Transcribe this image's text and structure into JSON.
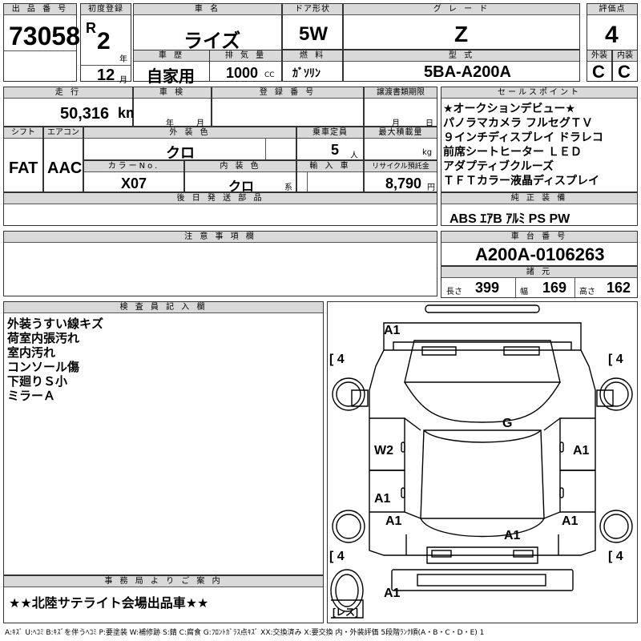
{
  "header": {
    "lot_label": "出 品 番 号",
    "lot_no": "73058",
    "first_reg_label": "初度登録",
    "era": "R",
    "reg_year": "2",
    "year_unit": "年",
    "reg_month": "12",
    "month_unit": "月",
    "car_name_label": "車 名",
    "car_name": "ライズ",
    "history_label": "車 歴",
    "history": "自家用",
    "displacement_label": "排 気 量",
    "displacement": "1000",
    "cc_unit": "CC",
    "door_label": "ドア形状",
    "door": "5W",
    "fuel_label": "燃 料",
    "fuel": "ｶﾞｿﾘﾝ",
    "grade_label": "グ レ ー ド",
    "grade": "Z",
    "model_label": "型 式",
    "model": "5BA-A200A",
    "score_label": "評価点",
    "score": "4",
    "ext_label": "外装",
    "ext": "C",
    "int_label": "内装",
    "int": "C"
  },
  "row2": {
    "mileage_label": "走 行",
    "mileage": "50,316",
    "km_unit": "km",
    "inspection_label": "車 検",
    "year_unit": "年",
    "month_unit": "月",
    "regno_label": "登 録 番 号",
    "transfer_label": "譲渡書類期限",
    "t_month": "月",
    "t_day": "日",
    "shift_label": "シフト",
    "shift": "FAT",
    "ac_label": "エアコン",
    "ac": "AAC",
    "color_label": "外 装 色",
    "color": "クロ",
    "capacity_label": "乗車定員",
    "capacity": "5",
    "person_unit": "人",
    "load_label": "最大積載量",
    "kg_unit": "kg",
    "colorno_label": "カラーNo.",
    "colorno": "X07",
    "intcolor_label": "内 装 色",
    "intcolor": "クロ",
    "kei": "系",
    "import_label": "輸 入 車",
    "recycle_label": "リサイクル預託金",
    "recycle": "8,790",
    "yen": "円",
    "later_label": "後 日 発 送 部 品"
  },
  "sales": {
    "label": "セールスポイント",
    "lines": [
      "★オークションデビュー★",
      "パノラマカメラ フルセグＴＶ",
      "９インチディスプレイ ドラレコ",
      "前席シートヒーター ＬＥＤ",
      "アダプティブクルーズ",
      "ＴＦＴカラー液晶ディスプレイ"
    ]
  },
  "equipment": {
    "label": "純 正 装 備",
    "value": "ABS ｴｱB ｱﾙﾐ PS PW"
  },
  "notes": {
    "label": "注 意 事 項 欄"
  },
  "chassis": {
    "label": "車 台 番 号",
    "value": "A200A-0106263"
  },
  "specs": {
    "label": "諸 元",
    "length_label": "長さ",
    "length": "399",
    "width_label": "幅",
    "width": "169",
    "height_label": "高さ",
    "height": "162"
  },
  "inspector": {
    "label": "検 査 員 記 入 欄",
    "lines": [
      "外装うすい線キズ",
      "荷室内張汚れ",
      "室内汚れ",
      "コンソール傷",
      "下廻りＳ小",
      "ミラーＡ"
    ]
  },
  "diagram": {
    "marks": {
      "front": "A1",
      "windshield": "G",
      "left_front_door": "W2",
      "right_front_door": "A1",
      "left_rear_door": "A1",
      "left_rear_fender": "A1",
      "right_rear_fender": "A1",
      "roof_rear": "A1",
      "rear_bumper": "A1"
    },
    "tire_fl": "4",
    "tire_fr": "4",
    "tire_rl": "4",
    "tire_rr": "4",
    "spare": "レス"
  },
  "office": {
    "label": "事 務 局 よ り ご 案 内",
    "message": "★★北陸サテライト会場出品車★★"
  },
  "legend": "A:ｷｽﾞ U:ﾍｺﾐ B:ｷｽﾞを伴うﾍｺﾐ P:要塗装 W:補修跡 S:錆 C:腐食 G:ﾌﾛﾝﾄｶﾞﾗｽ点ｷｽﾞ XX:交換済み X:要交換 内・外装評価 5段階ﾗﾝｸ順(A・B・C・D・E) 1",
  "colors": {
    "header_bg": "#d9d9d9",
    "border": "#333333"
  }
}
